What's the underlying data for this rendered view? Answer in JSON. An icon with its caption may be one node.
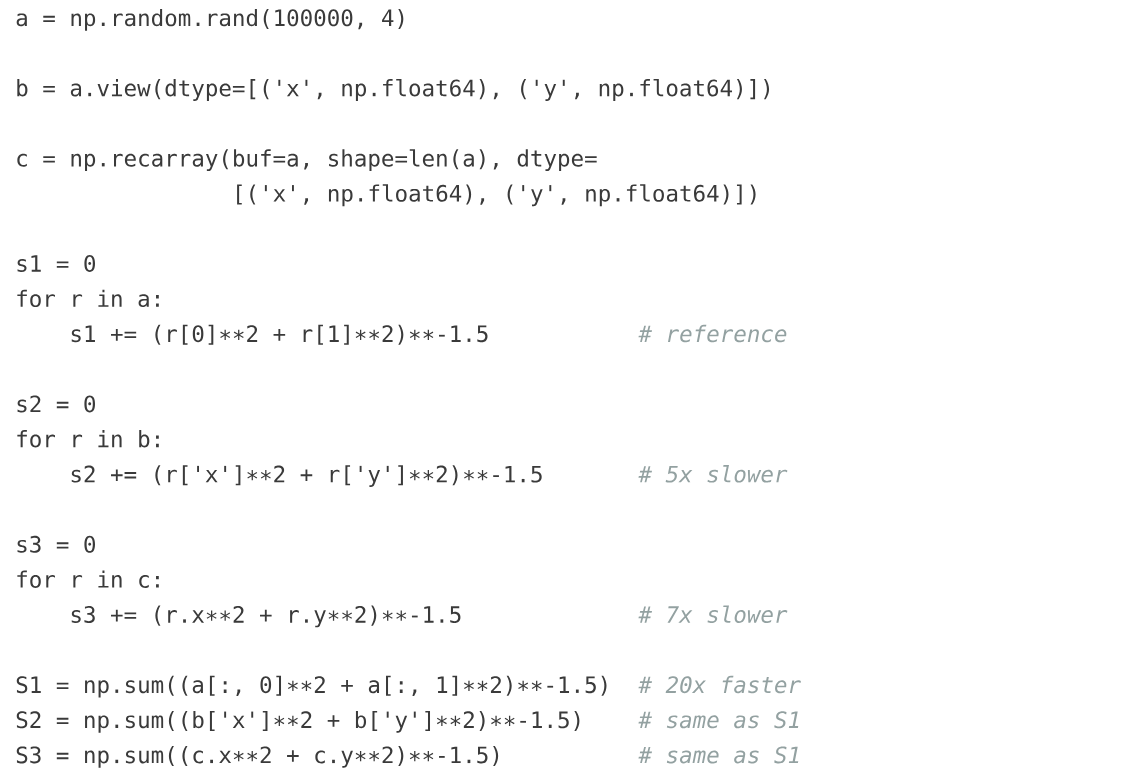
{
  "diagram": {
    "labels": [
      "a = np.random.rand(100000, 4)",
      "b = a.view(dtype=[('x', np.float64), ('y', np.float64)])",
      "c = np.recarray(buf=a, shape=len(a), dtype=",
      "[('x', np.float64), ('y', np.float64)])",
      "s1 = 0",
      "for r in a:",
      "s1 += (r[0]∗∗2 + r[1]∗∗2)∗∗-1.5",
      "# reference",
      "s2 = 0",
      "for r in b:",
      "s2 += (r['x']∗∗2 + r['y']∗∗2)∗∗-1.5",
      "# 5x slower",
      "s3 = 0",
      "for r in c:",
      "s3 += (r.x∗∗2 + r.y∗∗2)∗∗-1.5",
      "# 7x slower",
      "S1 = np.sum((a[:, 0]∗∗2 + a[:, 1]∗∗2)∗∗-1.5)",
      "# 20x faster",
      "S2 = np.sum((b['x']∗∗2 + b['y']∗∗2)∗∗-1.5)",
      "# same as S1",
      "S3 = np.sum((c.x∗∗2 + c.y∗∗2)∗∗-1.5)",
      "# same as S1"
    ]
  }
}
